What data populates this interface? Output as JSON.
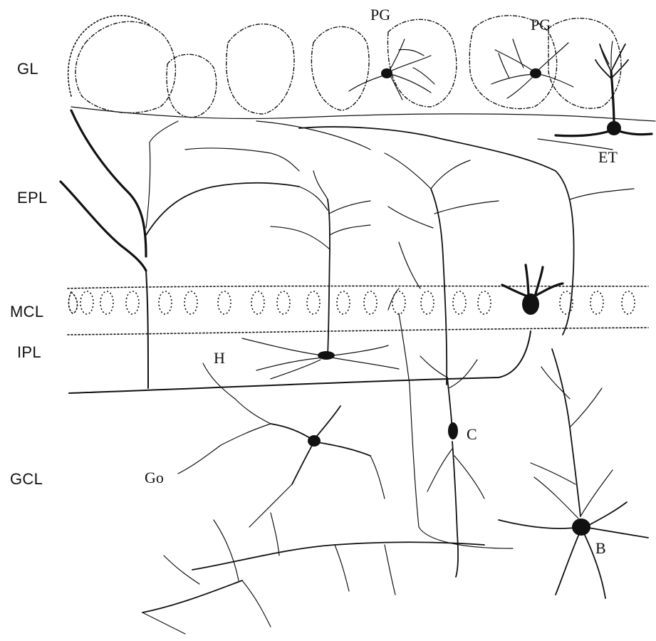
{
  "layers": [
    {
      "id": "gl",
      "label": "GL"
    },
    {
      "id": "epl",
      "label": "EPL"
    },
    {
      "id": "mcl",
      "label": "MCL"
    },
    {
      "id": "ipl",
      "label": "IPL"
    },
    {
      "id": "gcl",
      "label": "GCL"
    }
  ],
  "cells": [
    {
      "id": "pg1",
      "label": "PG"
    },
    {
      "id": "pg2",
      "label": "PG"
    },
    {
      "id": "et",
      "label": "ET"
    },
    {
      "id": "h",
      "label": "H"
    },
    {
      "id": "c",
      "label": "C"
    },
    {
      "id": "go",
      "label": "Go"
    },
    {
      "id": "b",
      "label": "B"
    }
  ]
}
